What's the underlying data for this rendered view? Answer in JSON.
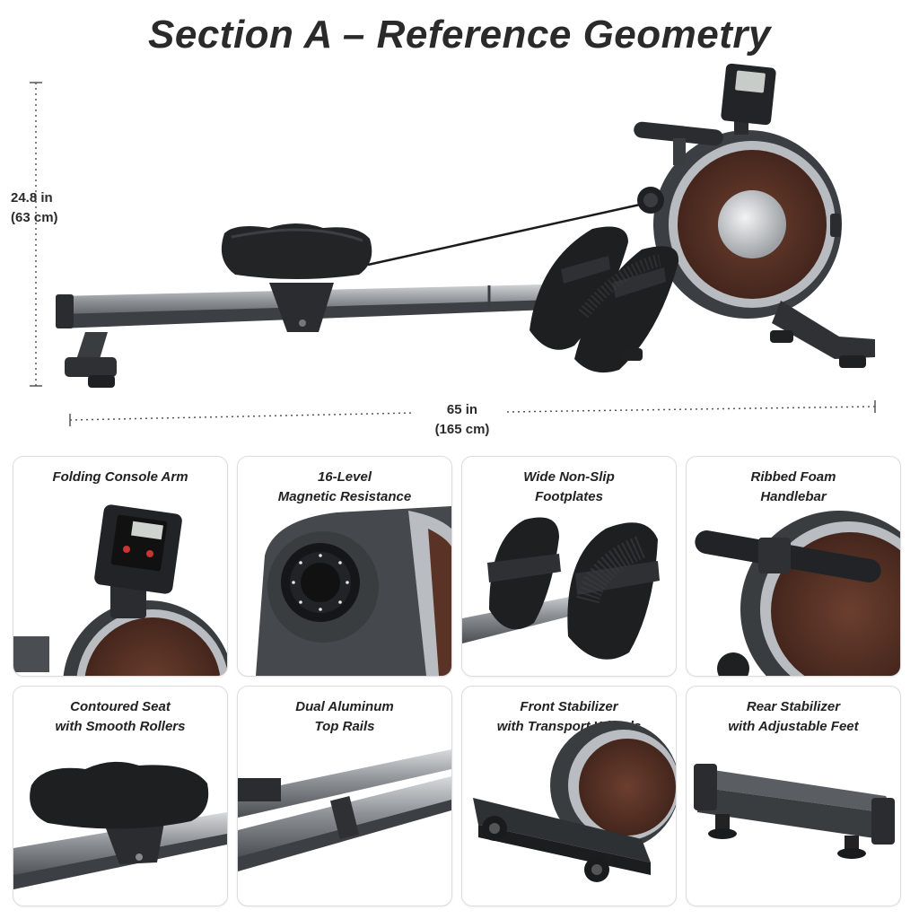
{
  "title": "Section A – Reference Geometry",
  "dimensions": {
    "height_in": "24.8 in",
    "height_cm": "(63 cm)",
    "length_in": "65 in",
    "length_cm": "(165 cm)"
  },
  "features": [
    {
      "line1": "Folding Console Arm",
      "line2": ""
    },
    {
      "line1": "16-Level",
      "line2": "Magnetic Resistance"
    },
    {
      "line1": "Wide Non-Slip",
      "line2": "Footplates"
    },
    {
      "line1": "Ribbed Foam",
      "line2": "Handlebar"
    },
    {
      "line1": "Contoured Seat",
      "line2": "with Smooth Rollers"
    },
    {
      "line1": "Dual Aluminum",
      "line2": "Top Rails"
    },
    {
      "line1": "Front Stabilizer",
      "line2": "with Transport Wheels"
    },
    {
      "line1": "Rear Stabilizer",
      "line2": "with Adjustable Feet"
    }
  ],
  "colors": {
    "frame": "#3a3d40",
    "rail": "#9a9da1",
    "wood": "#5a3326",
    "accent": "#c9ccd0"
  }
}
